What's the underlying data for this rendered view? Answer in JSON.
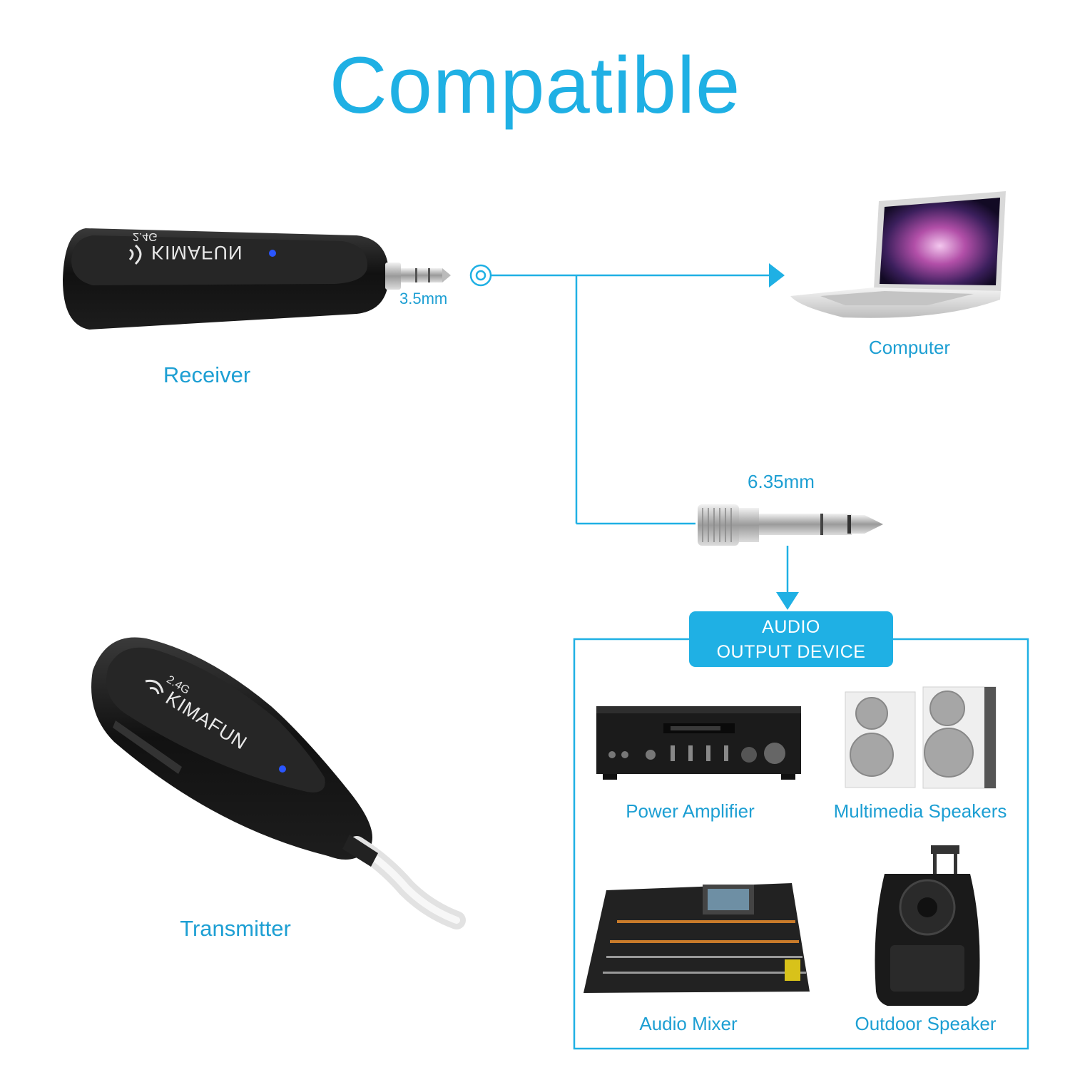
{
  "title": "Compatible",
  "receiver": {
    "label": "Receiver",
    "brand": "KIMAFUN",
    "band": "2.4G",
    "plug": "3.5mm"
  },
  "transmitter": {
    "label": "Transmitter",
    "brand": "KIMAFUN",
    "band": "2.4G"
  },
  "computer": {
    "label": "Computer"
  },
  "adapter": {
    "label": "6.35mm"
  },
  "audio_output": {
    "title_line1": "AUDIO",
    "title_line2": "OUTPUT DEVICE",
    "devices": [
      {
        "label": "Power Amplifier"
      },
      {
        "label": "Multimedia Speakers"
      },
      {
        "label": "Audio Mixer"
      },
      {
        "label": "Outdoor Speaker"
      }
    ]
  },
  "colors": {
    "accent": "#1fb0e4",
    "device_body": "#1b1b1b"
  }
}
